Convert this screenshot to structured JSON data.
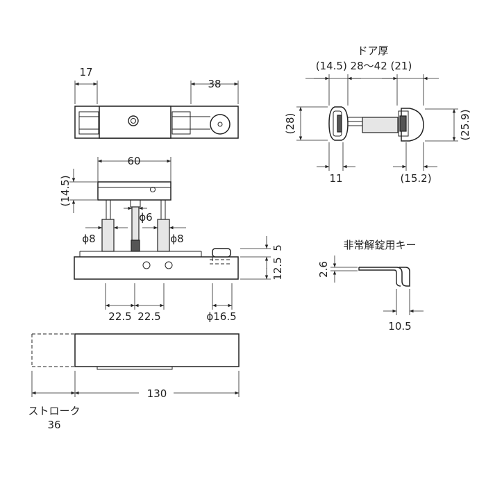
{
  "labels": {
    "d17": "17",
    "d38": "38",
    "d60": "60",
    "d14_5_left": "(14.5)",
    "phi6": "ϕ6",
    "phi8_left": "ϕ8",
    "phi8_right": "ϕ8",
    "d5": "5",
    "d12_5": "12.5",
    "d22_5_a": "22.5",
    "d22_5_b": "22.5",
    "phi16_5": "ϕ16.5",
    "d130": "130",
    "stroke_label": "ストローク",
    "stroke_value": "36",
    "door_thickness": "ドア厚",
    "door_range_row": "(14.5) 28～42 (21)",
    "d28": "(28)",
    "d25_9": "(25.9)",
    "d11": "11",
    "d15_2": "(15.2)",
    "emergency_key": "非常解錠用キー",
    "d2_6": "2.6",
    "d10_5": "10.5"
  }
}
